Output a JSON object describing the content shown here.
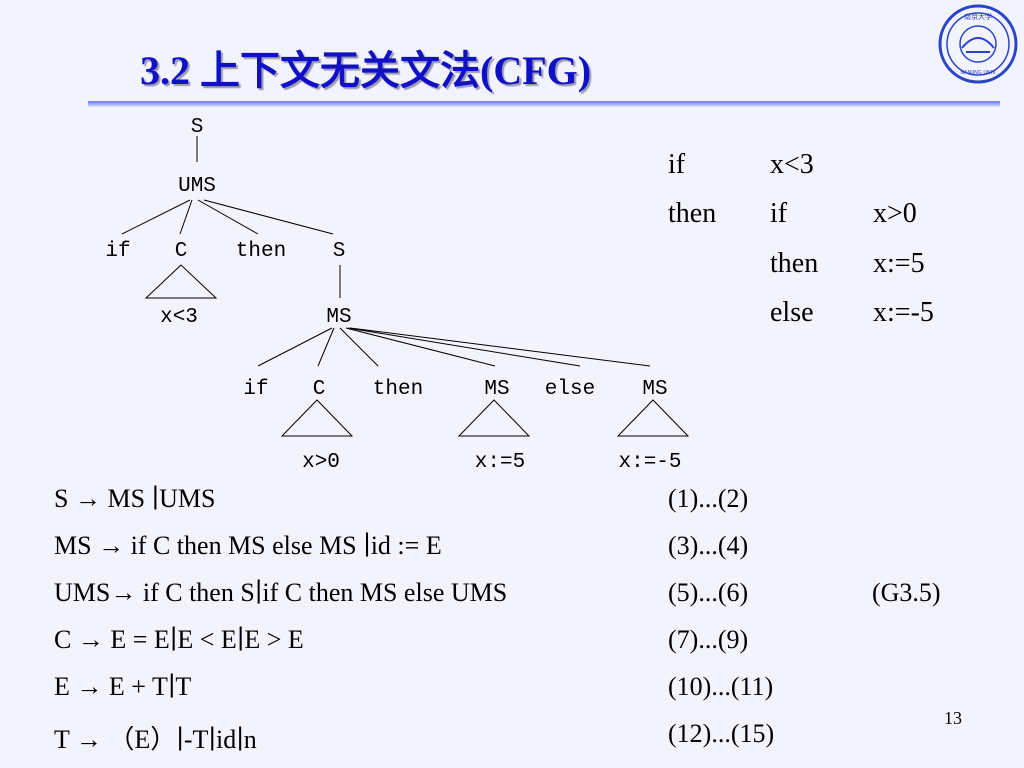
{
  "slide": {
    "title": "3.2 上下文无关文法(CFG)",
    "page_number": "13"
  },
  "logo": {
    "icon": "university-seal-icon",
    "color": "#2a44c8",
    "seal_text": "南京大学",
    "label": "NANJING UNIV"
  },
  "parse_tree": {
    "nodes": {
      "s_root": "S",
      "ums": "UMS",
      "if1": "if",
      "c1": "C",
      "then1": "then",
      "s2": "S",
      "sub_x3": "x<3",
      "ms_top": "MS",
      "if2": "if",
      "c2": "C",
      "then2": "then",
      "ms_left": "MS",
      "else": "else",
      "ms_right": "MS",
      "sub_x0": "x>0",
      "sub_x5": "x:=5",
      "sub_xm5": "x:=-5"
    }
  },
  "code_example": {
    "line1": [
      "if",
      "x<3"
    ],
    "line2": [
      "then",
      "if",
      "x>0"
    ],
    "line3": [
      "then",
      "x:=5"
    ],
    "line4": [
      "else",
      "x:=-5"
    ]
  },
  "grammar": {
    "rules": [
      {
        "production": "S  → MS ∣UMS",
        "numbers": "(1)...(2)",
        "tag": ""
      },
      {
        "production": "MS → if C then MS else MS  ∣id := E",
        "numbers": "(3)...(4)",
        "tag": ""
      },
      {
        "production": "UMS→ if C then S∣if C then MS else UMS",
        "numbers": "(5)...(6)",
        "tag": "(G3.5)"
      },
      {
        "production": "C  → E = E∣E < E∣E > E",
        "numbers": "(7)...(9)",
        "tag": ""
      },
      {
        "production": "E  → E + T∣T",
        "numbers": "(10)...(11)",
        "tag": ""
      },
      {
        "production": "T  → （E）∣-T∣id∣n",
        "numbers": "(12)...(15)",
        "tag": ""
      }
    ]
  }
}
